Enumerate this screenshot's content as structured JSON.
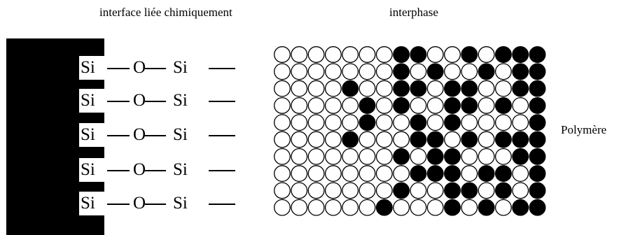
{
  "labels": {
    "interface": "interface liée chimiquement",
    "interphase": "interphase",
    "polymer": "Polymère"
  },
  "chain": {
    "si_left": "Si",
    "oxygen": "O",
    "si_right": "Si",
    "count": 5
  },
  "grid": {
    "rows": [
      "0000000110010111",
      "0000000101001011",
      "0000100110110011",
      "0000010100110101",
      "0000010010100001",
      "0000100011010111",
      "0000000101100011",
      "0000000011101101",
      "0000000100110101",
      "0000001000101011"
    ],
    "legend": "1 = filled (black) particle, 0 = open (white) particle"
  },
  "colors": {
    "substrate": "#000000",
    "filled_particle": "#000000",
    "open_particle": "#ffffff",
    "outline": "#000000"
  }
}
